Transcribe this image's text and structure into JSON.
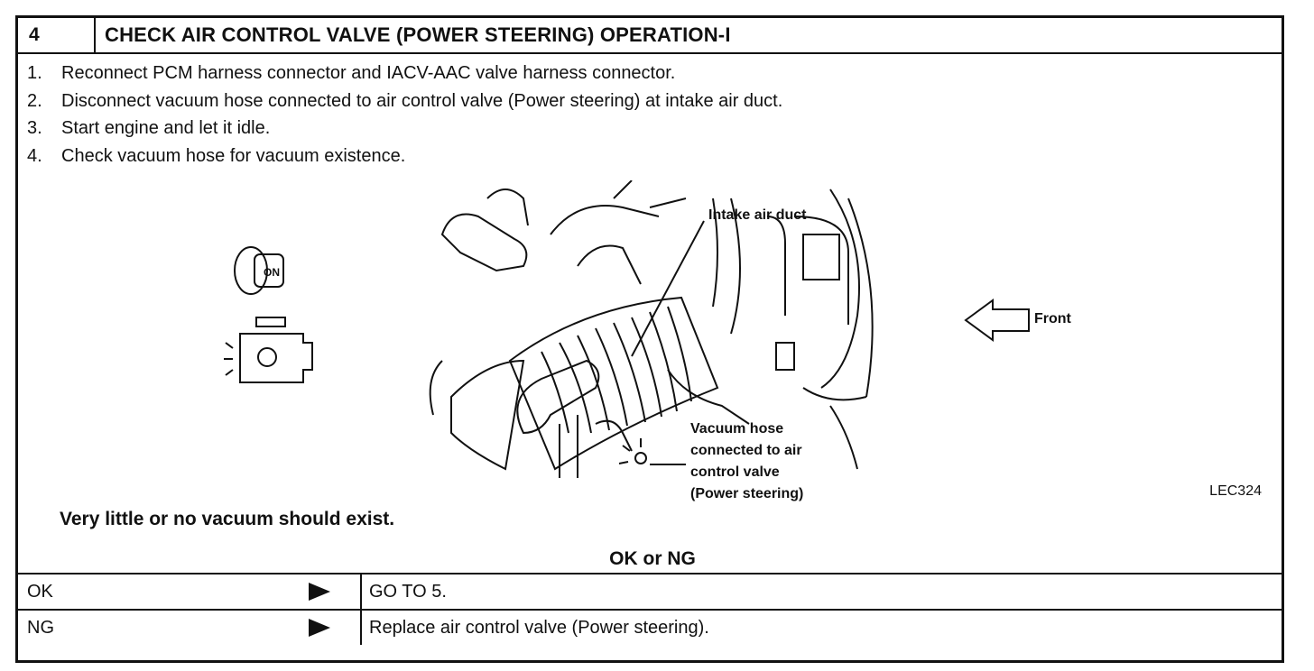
{
  "header": {
    "step_number": "4",
    "title": "CHECK AIR CONTROL VALVE (POWER STEERING) OPERATION-I"
  },
  "steps": [
    {
      "num": "1.",
      "text": "Reconnect PCM harness connector and IACV-AAC valve harness connector."
    },
    {
      "num": "2.",
      "text": "Disconnect vacuum hose connected to air control valve (Power steering) at intake air duct."
    },
    {
      "num": "3.",
      "text": "Start engine and let it idle."
    },
    {
      "num": "4.",
      "text": "Check vacuum hose for vacuum existence."
    }
  ],
  "figure": {
    "key_text": "ON",
    "label_intake": "Intake air duct",
    "label_front": "Front",
    "label_vacuum": [
      "Vacuum hose",
      "connected to air",
      "control valve",
      "(Power steering)"
    ],
    "ref_code": "LEC324"
  },
  "result_text": "Very little or no vacuum should exist.",
  "ok_ng_label": "OK or NG",
  "outcomes": [
    {
      "key": "OK",
      "action": "GO TO 5."
    },
    {
      "key": "NG",
      "action": "Replace air control valve (Power steering)."
    }
  ]
}
